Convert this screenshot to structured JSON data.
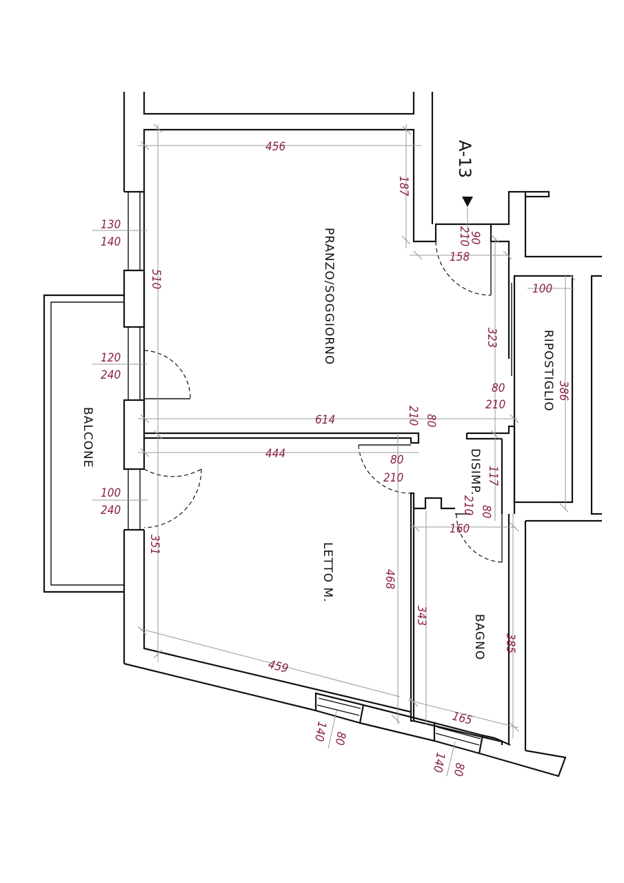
{
  "unit_code": "A-13",
  "rooms": {
    "living": "PRANZO/SOGGIORNO",
    "storage": "RIPOSTIGLIO",
    "balcony": "BALCONE",
    "hall": "DISIMP.",
    "bedroom": "LETTO M.",
    "bath": "BAGNO"
  },
  "dims": {
    "living_width": "456",
    "living_depth": "510",
    "entry_wall": "187",
    "entry_door_h": "210",
    "entry_door_w": "90",
    "entry_gap": "158",
    "storage_width": "100",
    "storage_depth": "386",
    "hall_side": "323",
    "hall_door_w": "80",
    "hall_door_h": "210",
    "overall_width": "614",
    "bed_width": "444",
    "bed_door_w": "80",
    "bed_door_h": "210",
    "pass_door_h": "210",
    "pass_door_w": "80",
    "hall_depth": "117",
    "bath_door_h": "210",
    "bath_door_w": "80",
    "bath_width": "160",
    "bed_depth": "351",
    "bed_inner": "468",
    "bath_inner": "343",
    "bath_depth": "385",
    "bed_bottom": "459",
    "bath_bottom": "165",
    "win1_w": "130",
    "win1_h": "140",
    "win2_w": "120",
    "win2_h": "240",
    "win3_w": "100",
    "win3_h": "240",
    "win4_h": "140",
    "win4_w": "80",
    "win5_h": "140",
    "win5_w": "80"
  }
}
